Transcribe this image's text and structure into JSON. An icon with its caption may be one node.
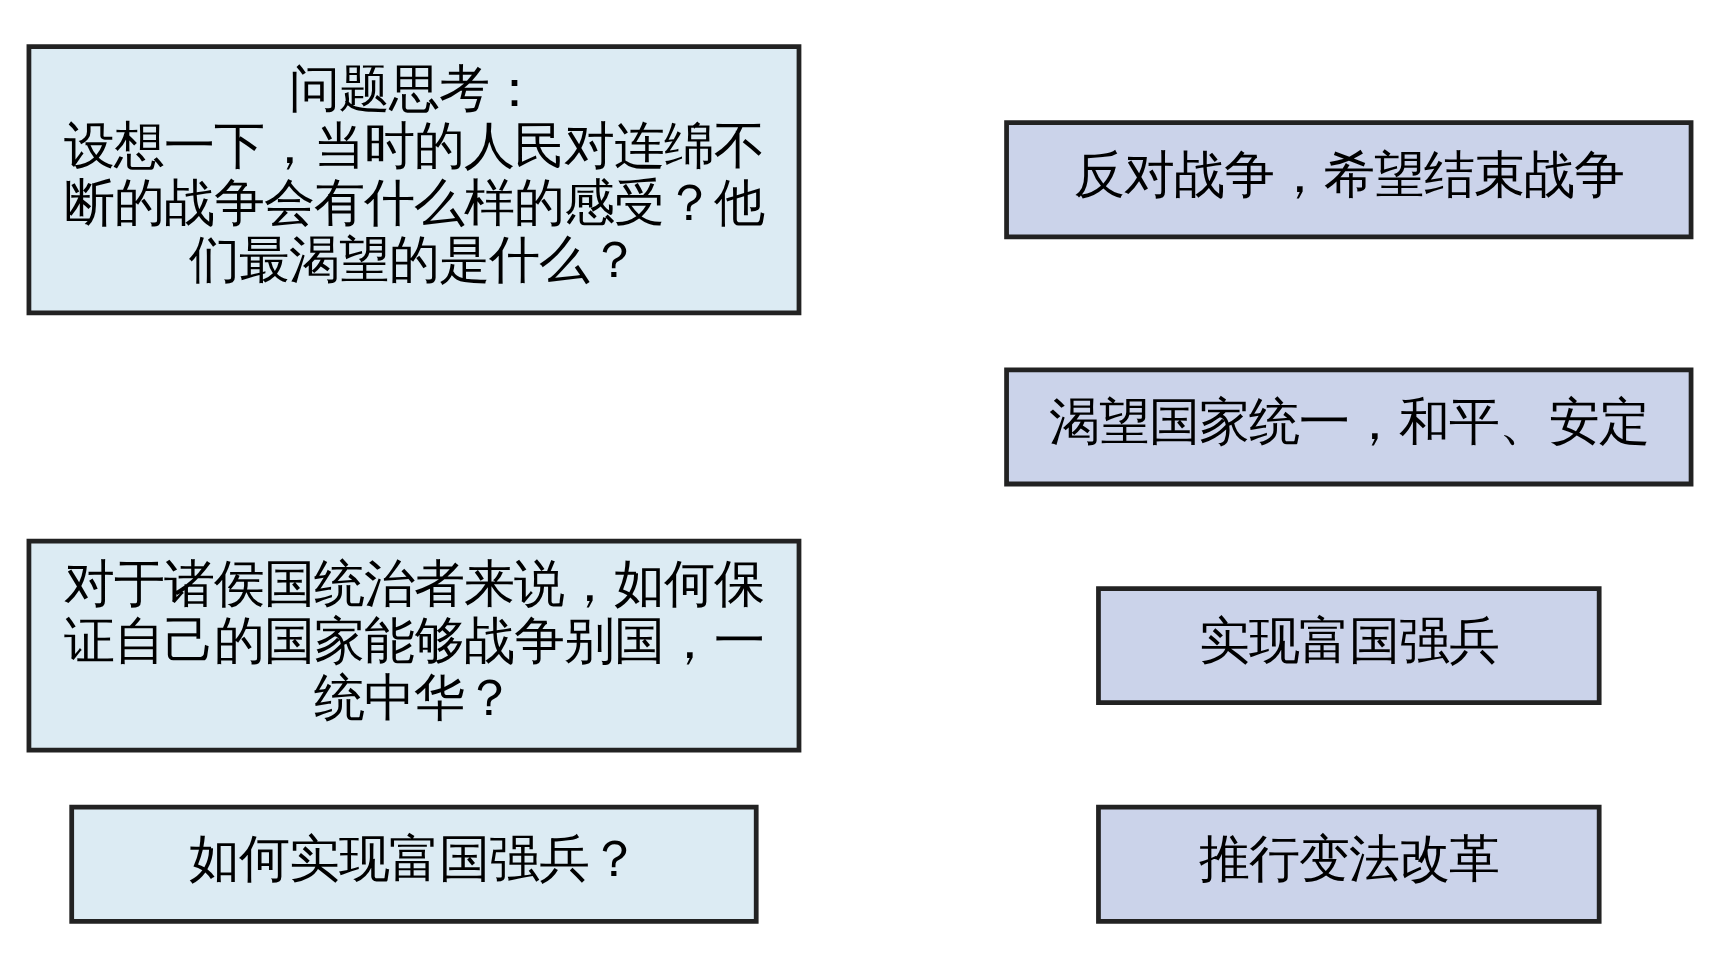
{
  "diagram": {
    "nodes": [
      {
        "text": [
          "问题思考：",
          "设想一下，当时的人民对连绵不断的战争会有什么样的感受？他们最渴望的是什么？"
        ]
      },
      {
        "text": [
          "反对战争，希望结束战争"
        ]
      },
      {
        "text": [
          "渴望国家统一，和平、安定"
        ]
      },
      {
        "text": [
          "对于诸侯国统治者来说，如何保证自己的国家能够战争别国，一统中华？"
        ]
      },
      {
        "text": [
          "实现富国强兵"
        ]
      },
      {
        "text": [
          "如何实现富国强兵？"
        ]
      },
      {
        "text": [
          "推行变法改革"
        ]
      }
    ]
  }
}
